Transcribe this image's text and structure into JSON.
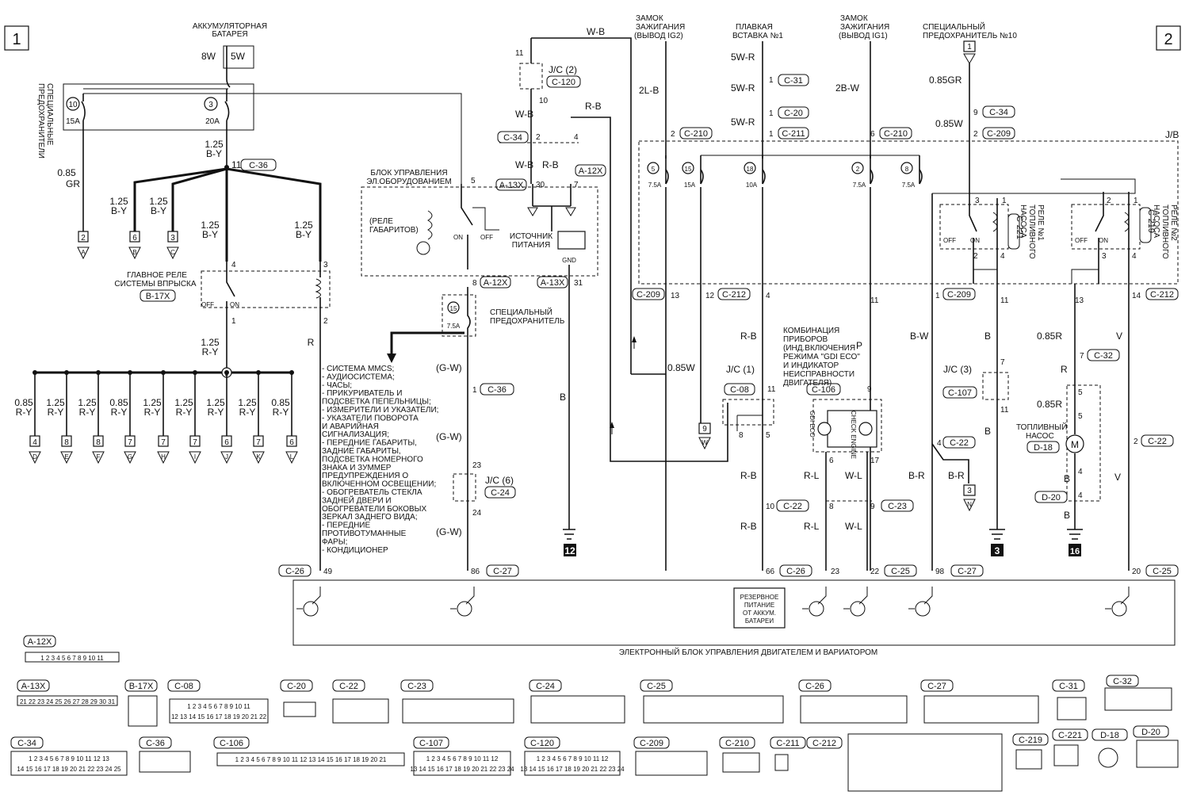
{
  "page_markers": {
    "left": "1",
    "right": "2"
  },
  "battery": {
    "title_line1": "АККУМУЛЯТОРНАЯ",
    "title_line2": "БАТАРЕЯ",
    "w8": "8W",
    "w5": "5W"
  },
  "special_fuses_vertical": [
    "СПЕЦИАЛЬНЫЕ",
    "ПРЕДОХРАНИТЕЛИ"
  ],
  "fuse10": {
    "num": "10",
    "amp": "15A"
  },
  "fuse3": {
    "num": "3",
    "amp": "20A"
  },
  "wires": {
    "w125by": "1.25",
    "by": "B-Y",
    "w085gr": "0.85",
    "gr": "GR",
    "ry": "R-Y",
    "r": "R",
    "w085": "0.85",
    "wb": "W-B",
    "rb": "R-B",
    "lb2": "2L-B",
    "bw": "B-W",
    "w2bw": "2B-W",
    "w5wr": "5W-R",
    "w085gr_b": "0.85GR",
    "w085w": "0.85W",
    "gw": "(G-W)",
    "b": "B",
    "p": "P",
    "rl": "R-L",
    "wl": "W-L",
    "br": "B-R",
    "w085r": "0.85R",
    "v": "V",
    "w085w_mid": "0.85W"
  },
  "splice11": {
    "pin": "11",
    "conn": "C-36"
  },
  "left_outputs": [
    {
      "pin": "2",
      "letter": "A"
    },
    {
      "pin": "6",
      "letter": "B"
    },
    {
      "pin": "3",
      "letter": "C"
    }
  ],
  "main_relay": {
    "line1": "ГЛАВНОЕ РЕЛЕ",
    "line2": "СИСТЕМЫ ВПРЫСКА",
    "conn": "B-17X",
    "p4": "4",
    "p3": "3",
    "p1": "1",
    "p2": "2",
    "off": "OFF",
    "on": "ON"
  },
  "bottom_outputs": [
    {
      "pin": "4",
      "letter": "D",
      "w": "0.85"
    },
    {
      "pin": "8",
      "letter": "E",
      "w": "1.25"
    },
    {
      "pin": "8",
      "letter": "F",
      "w": "1.25"
    },
    {
      "pin": "7",
      "letter": "G",
      "w": "0.85"
    },
    {
      "pin": "7",
      "letter": "H",
      "w": "1.25"
    },
    {
      "pin": "7",
      "letter": "I",
      "w": "1.25"
    },
    {
      "pin": "6",
      "letter": "J",
      "w": "1.25"
    },
    {
      "pin": "7",
      "letter": "K",
      "w": "1.25"
    },
    {
      "pin": "6",
      "letter": "L",
      "w": "0.85"
    }
  ],
  "splice2": "2",
  "ecu_body": {
    "line1": "БЛОК УПРАВЛЕНИЯ",
    "line2": "ЭЛ.ОБОРУДОВАНИЕМ",
    "pin5": "5",
    "relay": "(РЕЛЕ",
    "relay2": "ГАБАРИТОВ)",
    "on": "ON",
    "off": "OFF",
    "source1": "ИСТОЧНИК",
    "source2": "ПИТАНИЯ",
    "gnd": "GND",
    "p30": "30",
    "p7": "7",
    "p8": "8",
    "p31": "31",
    "a13x": "A-13X",
    "a12x": "A-12X"
  },
  "jc2": {
    "label": "J/C (2)",
    "conn": "C-120",
    "p11": "11",
    "p10": "10"
  },
  "c34": {
    "conn": "C-34",
    "p2": "2",
    "p4": "4"
  },
  "special_fuse15": {
    "num": "15",
    "amp": "7.5A",
    "line1": "СПЕЦИАЛЬНЫЙ",
    "line2": "ПРЕДОХРАНИТЕЛЬ"
  },
  "systems_list": [
    "- СИСТЕМА MMCS;",
    "- АУДИОСИСТЕМА;",
    "- ЧАСЫ;",
    "- ПРИКУРИВАТЕЛЬ И",
    "  ПОДСВЕТКА ПЕПЕЛЬНИЦЫ;",
    "- ИЗМЕРИТЕЛИ И УКАЗАТЕЛИ;",
    "- УКАЗАТЕЛИ ПОВОРОТА",
    "  И АВАРИЙНАЯ",
    "  СИГНАЛИЗАЦИЯ;",
    "- ПЕРЕДНИЕ ГАБАРИТЫ,",
    "  ЗАДНИЕ ГАБАРИТЫ,",
    "  ПОДСВЕТКА НОМЕРНОГО",
    "  ЗНАКА И ЗУММЕР",
    "  ПРЕДУПРЕЖДЕНИЯ О",
    "  ВКЛЮЧЕННОМ ОСВЕЩЕНИИ;",
    "- ОБОГРЕВАТЕЛЬ СТЕКЛА",
    "  ЗАДНЕЙ ДВЕРИ И",
    "  ОБОГРЕВАТЕЛИ БОКОВЫХ",
    "  ЗЕРКАЛ ЗАДНЕГО ВИДА;",
    "- ПЕРЕДНИЕ",
    "  ПРОТИВОТУМАННЫЕ",
    "  ФАРЫ;",
    "- КОНДИЦИОНЕР"
  ],
  "c36_mid": {
    "pin": "1",
    "conn": "C-36"
  },
  "jc6": {
    "label": "J/C (6)",
    "conn": "C-24",
    "p23": "23",
    "p24": "24"
  },
  "ground12": "12",
  "ign_ig2": {
    "line1": "ЗАМОК",
    "line2": "ЗАЖИГАНИЯ",
    "line3": "(ВЫВОД IG2)"
  },
  "fusible1": {
    "line1": "ПЛАВКАЯ",
    "line2": "ВСТАВКА №1"
  },
  "ign_ig1": {
    "line1": "ЗАМОК",
    "line2": "ЗАЖИГАНИЯ",
    "line3": "(ВЫВОД IG1)"
  },
  "fuse_special10": {
    "line1": "СПЕЦИАЛЬНЫЙ",
    "line2": "ПРЕДОХРАНИТЕЛЬ №10",
    "pin": "1"
  },
  "jb": "J/B",
  "jb_fuses": [
    {
      "num": "5",
      "amp": "7.5A"
    },
    {
      "num": "15",
      "amp": "15A"
    },
    {
      "num": "18",
      "amp": "10A"
    },
    {
      "num": "2",
      "amp": "7.5A"
    },
    {
      "num": "8",
      "amp": "7.5A"
    }
  ],
  "conn_labels": {
    "c31": "C-31",
    "c20": "C-20",
    "c211": "C-211",
    "c210": "C-210",
    "c209": "C-209",
    "c212": "C-212",
    "c08": "C-08",
    "c106": "C-106",
    "c107": "C-107",
    "c22": "C-22",
    "c23": "C-23",
    "c26": "C-26",
    "c25": "C-25",
    "c27": "C-27",
    "c32": "C-32",
    "c221": "C-221",
    "c219": "C-219",
    "d18": "D-18",
    "d20": "D-20",
    "c34": "C-34"
  },
  "pins": {
    "p1": "1",
    "p2": "2",
    "p4": "4",
    "p6": "6",
    "p7": "7",
    "p8": "8",
    "p9": "9",
    "p10": "10",
    "p11": "11",
    "p12": "12",
    "p13": "13",
    "p14": "14",
    "p17": "17",
    "p20": "20",
    "p22": "22",
    "p23": "23",
    "p49": "49",
    "p66": "66",
    "p86": "86",
    "p98": "98",
    "p3": "3",
    "p5": "5"
  },
  "fp_relay1": {
    "line1": "РЕЛЕ №1",
    "line2": "ТОПЛИВНОГО",
    "line3": "НАСОСА"
  },
  "fp_relay2": {
    "line1": "РЕЛЕ №2",
    "line2": "ТОПЛИВНОГО",
    "line3": "НАСОСА"
  },
  "cluster": {
    "l1": "КОМБИНАЦИЯ",
    "l2": "ПРИБОРОВ",
    "l3": "(ИНД.ВКЛЮЧЕНИЯ",
    "l4": "РЕЖИМА \"GDI ECO\"",
    "l5": "И ИНДИКАТОР",
    "l6": "НЕИСПРАВНОСТИ",
    "l7": "ДВИГАТЕЛЯ)",
    "eco": "GDI ECO",
    "check": "CHECK ENGINE"
  },
  "jc1": {
    "label": "J/C (1)"
  },
  "jc3": {
    "label": "J/C (3)"
  },
  "fuel_pump": {
    "line1": "ТОПЛИВНЫЙ",
    "line2": "НАСОС",
    "m": "M"
  },
  "backup": {
    "l1": "РЕЗЕРВНОЕ",
    "l2": "ПИТАНИЕ",
    "l3": "ОТ АККУМ.",
    "l4": "БАТАРЕИ"
  },
  "grounds": {
    "g3": "3",
    "g16": "16"
  },
  "ecm_title": "ЭЛЕКТРОННЫЙ БЛОК УПРАВЛЕНИЯ ДВИГАТЕЛЕМ И ВАРИАТОРОМ",
  "connector_views": [
    {
      "name": "A-12X"
    },
    {
      "name": "A-13X"
    },
    {
      "name": "B-17X"
    },
    {
      "name": "C-08"
    },
    {
      "name": "C-20"
    },
    {
      "name": "C-22"
    },
    {
      "name": "C-23"
    },
    {
      "name": "C-24"
    },
    {
      "name": "C-25"
    },
    {
      "name": "C-26"
    },
    {
      "name": "C-27"
    },
    {
      "name": "C-31"
    },
    {
      "name": "C-32"
    },
    {
      "name": "C-34"
    },
    {
      "name": "C-36"
    },
    {
      "name": "C-106"
    },
    {
      "name": "C-107"
    },
    {
      "name": "C-120"
    },
    {
      "name": "C-209"
    },
    {
      "name": "C-210"
    },
    {
      "name": "C-211"
    },
    {
      "name": "C-212"
    },
    {
      "name": "C-219"
    },
    {
      "name": "C-221"
    },
    {
      "name": "D-18"
    },
    {
      "name": "D-20"
    }
  ],
  "conn_pins": {
    "a12x": "1 2 3 4 5 6 7 8 9 10 11",
    "a13x": "21 22 23 24 25 26 27 28 29 30 31",
    "c08a": "1 2 3 4 5 6 7 8 9 10 11",
    "c08b": "12 13 14 15 16 17 18 19 20 21 22",
    "c34a": "1 2 3 4 5 6 7 8 9 10 11 12 13",
    "c34b": "14 15 16 17 18 19 20 21 22 23 24 25",
    "c106": "1 2 3 4 5 6 7 8 9 10 11 12 13 14 15 16 17 18 19 20 21",
    "c107a": "1 2 3 4 5 6 7 8 9 10 11 12",
    "c107b": "13 14 15 16 17 18 19 20 21 22 23 24",
    "c120a": "1 2 3 4 5 6 7 8 9 10 11 12",
    "c120b": "13 14 15 16 17 18 19 20 21 22 23 24"
  }
}
